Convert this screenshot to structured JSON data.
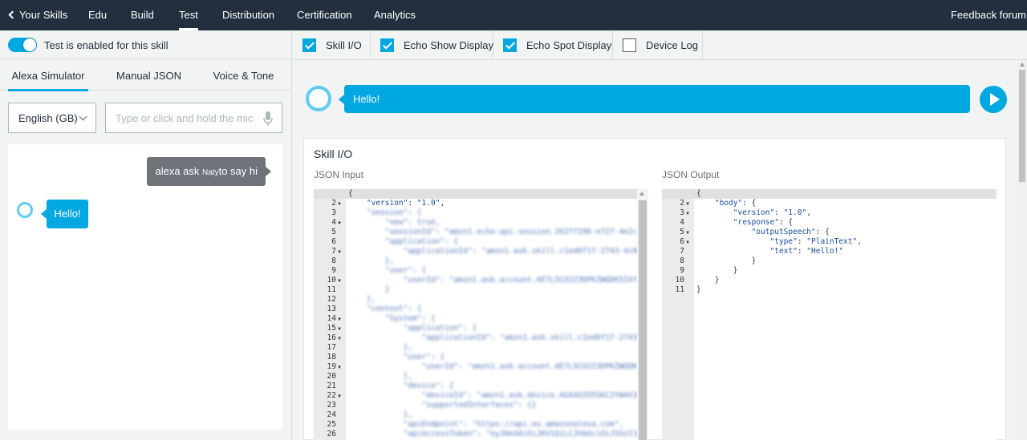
{
  "nav": {
    "back_label": "Your Skills",
    "items": [
      "Edu",
      "Build",
      "Test",
      "Distribution",
      "Certification",
      "Analytics"
    ],
    "active": "Test",
    "feedback": "Feedback forum"
  },
  "left": {
    "toggle_label": "Test is enabled for this skill",
    "tabs": [
      "Alexa Simulator",
      "Manual JSON",
      "Voice & Tone"
    ],
    "language": "English (GB)",
    "input_placeholder": "Type or click and hold the mic",
    "user_message_prefix": "alexa ask ",
    "user_message_skill": "Naty",
    "user_message_suffix": "to say hi",
    "alexa_reply": "Hello!"
  },
  "toolbar": {
    "items": [
      {
        "label": "Skill I/O",
        "checked": true
      },
      {
        "label": "Echo Show Display",
        "checked": true
      },
      {
        "label": "Echo Spot Display",
        "checked": true
      },
      {
        "label": "Device Log",
        "checked": false
      }
    ]
  },
  "main": {
    "alexa_reply": "Hello!",
    "card_title": "Skill I/O",
    "json_input_label": "JSON Input",
    "json_output_label": "JSON Output"
  },
  "json_input_lines": [
    "{",
    "    \"version\": \"1.0\",",
    "    \"session\": {",
    "        \"new\": true,",
    "        \"sessionId\": \"amzn1.echo-api.session.2627f296-e727-4e2c-a",
    "        \"application\": {",
    "            \"applicationId\": \"amzn1.ask.skill.c1ed0f1f-2743-4c0b-",
    "        },",
    "        \"user\": {",
    "            \"userId\": \"amzn1.ask.account.AE7L5CO2Z3DPKZWQDK5IAY",
    "        }",
    "    },",
    "    \"context\": {",
    "        \"System\": {",
    "            \"application\": {",
    "                \"applicationId\": \"amzn1.ask.skill.c1ed0f1f-2743-4",
    "            },",
    "            \"user\": {",
    "                \"userId\": \"amzn1.ask.account.AE7L5CO2Z3DPKZWQDK",
    "            },",
    "            \"device\": {",
    "                \"deviceId\": \"amzn1.ask.device.AGXAOZO5SKC2YW4X3RN",
    "                \"supportedInterfaces\": {}",
    "            },",
    "            \"apiEndpoint\": \"https://api.eu.amazonalexa.com\",",
    "            \"apiAccessToken\": \"eyJ0eXAiOiJKV1QiLCJhbGciOiJSUzI1NiIsI"
  ],
  "json_input_folds": [
    1,
    3,
    6,
    9,
    13,
    14,
    15,
    18,
    21
  ],
  "json_output": {
    "lines": [
      [
        [
          "punc",
          "{"
        ]
      ],
      [
        [
          "punc",
          "    "
        ],
        [
          "key",
          "\"body\""
        ],
        [
          "punc",
          ": {"
        ]
      ],
      [
        [
          "punc",
          "        "
        ],
        [
          "key",
          "\"version\""
        ],
        [
          "punc",
          ": "
        ],
        [
          "str",
          "\"1.0\""
        ],
        [
          "punc",
          ","
        ]
      ],
      [
        [
          "punc",
          "        "
        ],
        [
          "key",
          "\"response\""
        ],
        [
          "punc",
          ": {"
        ]
      ],
      [
        [
          "punc",
          "            "
        ],
        [
          "key",
          "\"outputSpeech\""
        ],
        [
          "punc",
          ": {"
        ]
      ],
      [
        [
          "punc",
          "                "
        ],
        [
          "key",
          "\"type\""
        ],
        [
          "punc",
          ": "
        ],
        [
          "str",
          "\"PlainText\""
        ],
        [
          "punc",
          ","
        ]
      ],
      [
        [
          "punc",
          "                "
        ],
        [
          "key",
          "\"text\""
        ],
        [
          "punc",
          ": "
        ],
        [
          "str",
          "\"Hello!\""
        ]
      ],
      [
        [
          "punc",
          "            }"
        ]
      ],
      [
        [
          "punc",
          "        }"
        ]
      ],
      [
        [
          "punc",
          "    }"
        ]
      ],
      [
        [
          "punc",
          "}"
        ]
      ]
    ],
    "folds": [
      1,
      2,
      4,
      5
    ]
  },
  "colors": {
    "nav_bg": "#232f3e",
    "accent": "#00a8e1",
    "user_bubble": "#6d7379"
  }
}
